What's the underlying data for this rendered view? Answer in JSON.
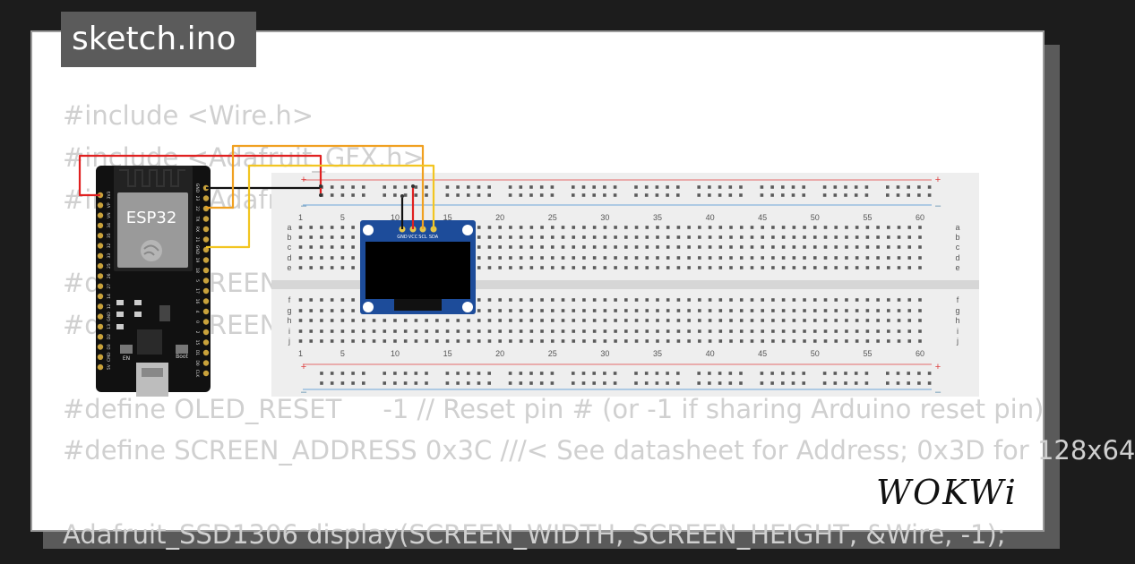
{
  "tab": {
    "filename": "sketch.ino"
  },
  "code_lines": [
    "#include <Wire.h>",
    "#include <Adafruit_GFX.h>",
    "#include <Adafruit_SSD1306.h>",
    "",
    "#define SCREEN_WIDTH 128",
    "#define SCREEN_HEIGHT 64",
    "",
    "#define OLED_RESET     -1 // Reset pin # (or -1 if sharing Arduino reset pin)",
    "#define SCREEN_ADDRESS 0x3C ///< See datasheet for Address; 0x3D for 128x64",
    "",
    "Adafruit_SSD1306 display(SCREEN_WIDTH, SCREEN_HEIGHT, &Wire, -1);"
  ],
  "esp32": {
    "label": "ESP32",
    "left_pins": [
      "3V3",
      "VP",
      "VN",
      "34",
      "35",
      "32",
      "33",
      "25",
      "26",
      "27",
      "14",
      "12",
      "GND",
      "13",
      "D2",
      "D3",
      "CMD",
      "5V"
    ],
    "right_pins": [
      "GND",
      "23",
      "22",
      "TX",
      "RX",
      "21",
      "GND",
      "19",
      "18",
      "5",
      "17",
      "16",
      "4",
      "0",
      "2",
      "15",
      "D1",
      "D0",
      "CLK"
    ],
    "en_label": "EN",
    "boot_label": "Boot"
  },
  "oled": {
    "pins": [
      "GND",
      "VCC",
      "SCL",
      "SDA"
    ]
  },
  "breadboard": {
    "column_numbers": [
      "1",
      "5",
      "10",
      "15",
      "20",
      "25",
      "30",
      "35",
      "40",
      "45",
      "50",
      "55",
      "60"
    ],
    "rows_top": [
      "a",
      "b",
      "c",
      "d",
      "e"
    ],
    "rows_bottom": [
      "f",
      "g",
      "h",
      "i",
      "j"
    ],
    "plus": "+",
    "minus": "–"
  },
  "colors": {
    "wire_red": "#e02020",
    "wire_orange": "#f0a020",
    "wire_yellow": "#f2c521",
    "wire_black": "#111111",
    "esp32_board": "#111111",
    "oled_board": "#1d4c9a",
    "rail_red": "#e46a6a",
    "rail_blue": "#6ea5d8"
  },
  "logo": {
    "text": "WOKWi"
  }
}
